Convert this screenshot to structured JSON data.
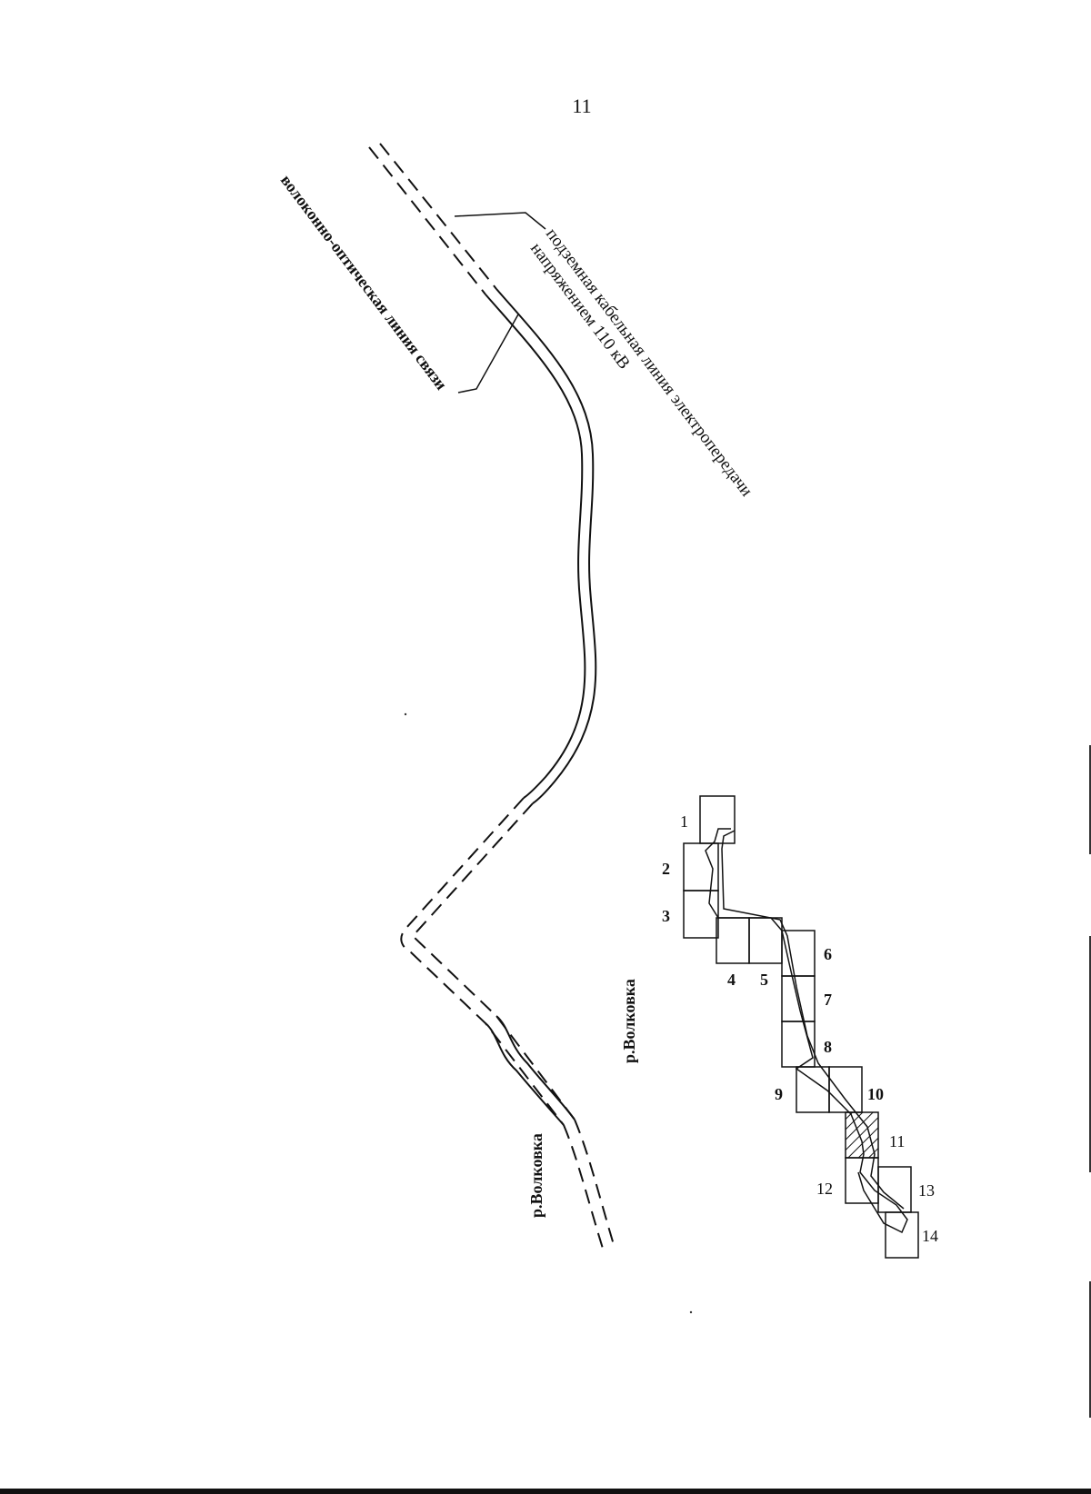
{
  "page_number": "11",
  "labels": {
    "power_line": "подземная кабельная линия электропередачи",
    "power_line_voltage": "напряжением 110 кВ",
    "fiber_line": "волоконно-оптическая линия связи",
    "river_upper": "р.Волковка",
    "river_lower": "р.Волковка"
  },
  "sheet_index": [
    "1",
    "2",
    "3",
    "4",
    "5",
    "6",
    "7",
    "8",
    "9",
    "10",
    "11",
    "12",
    "13",
    "14"
  ],
  "highlighted_sheet": "11",
  "colors": {
    "ink": "#111111",
    "background": "#ffffff"
  }
}
